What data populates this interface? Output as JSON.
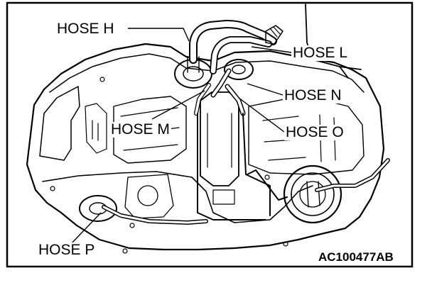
{
  "labels": {
    "hose_h": "HOSE H",
    "hose_l": "HOSE L",
    "hose_n": "HOSE N",
    "hose_m": "HOSE M",
    "hose_o": "HOSE O",
    "hose_p": "HOSE P"
  },
  "figure_code": "AC100477AB"
}
